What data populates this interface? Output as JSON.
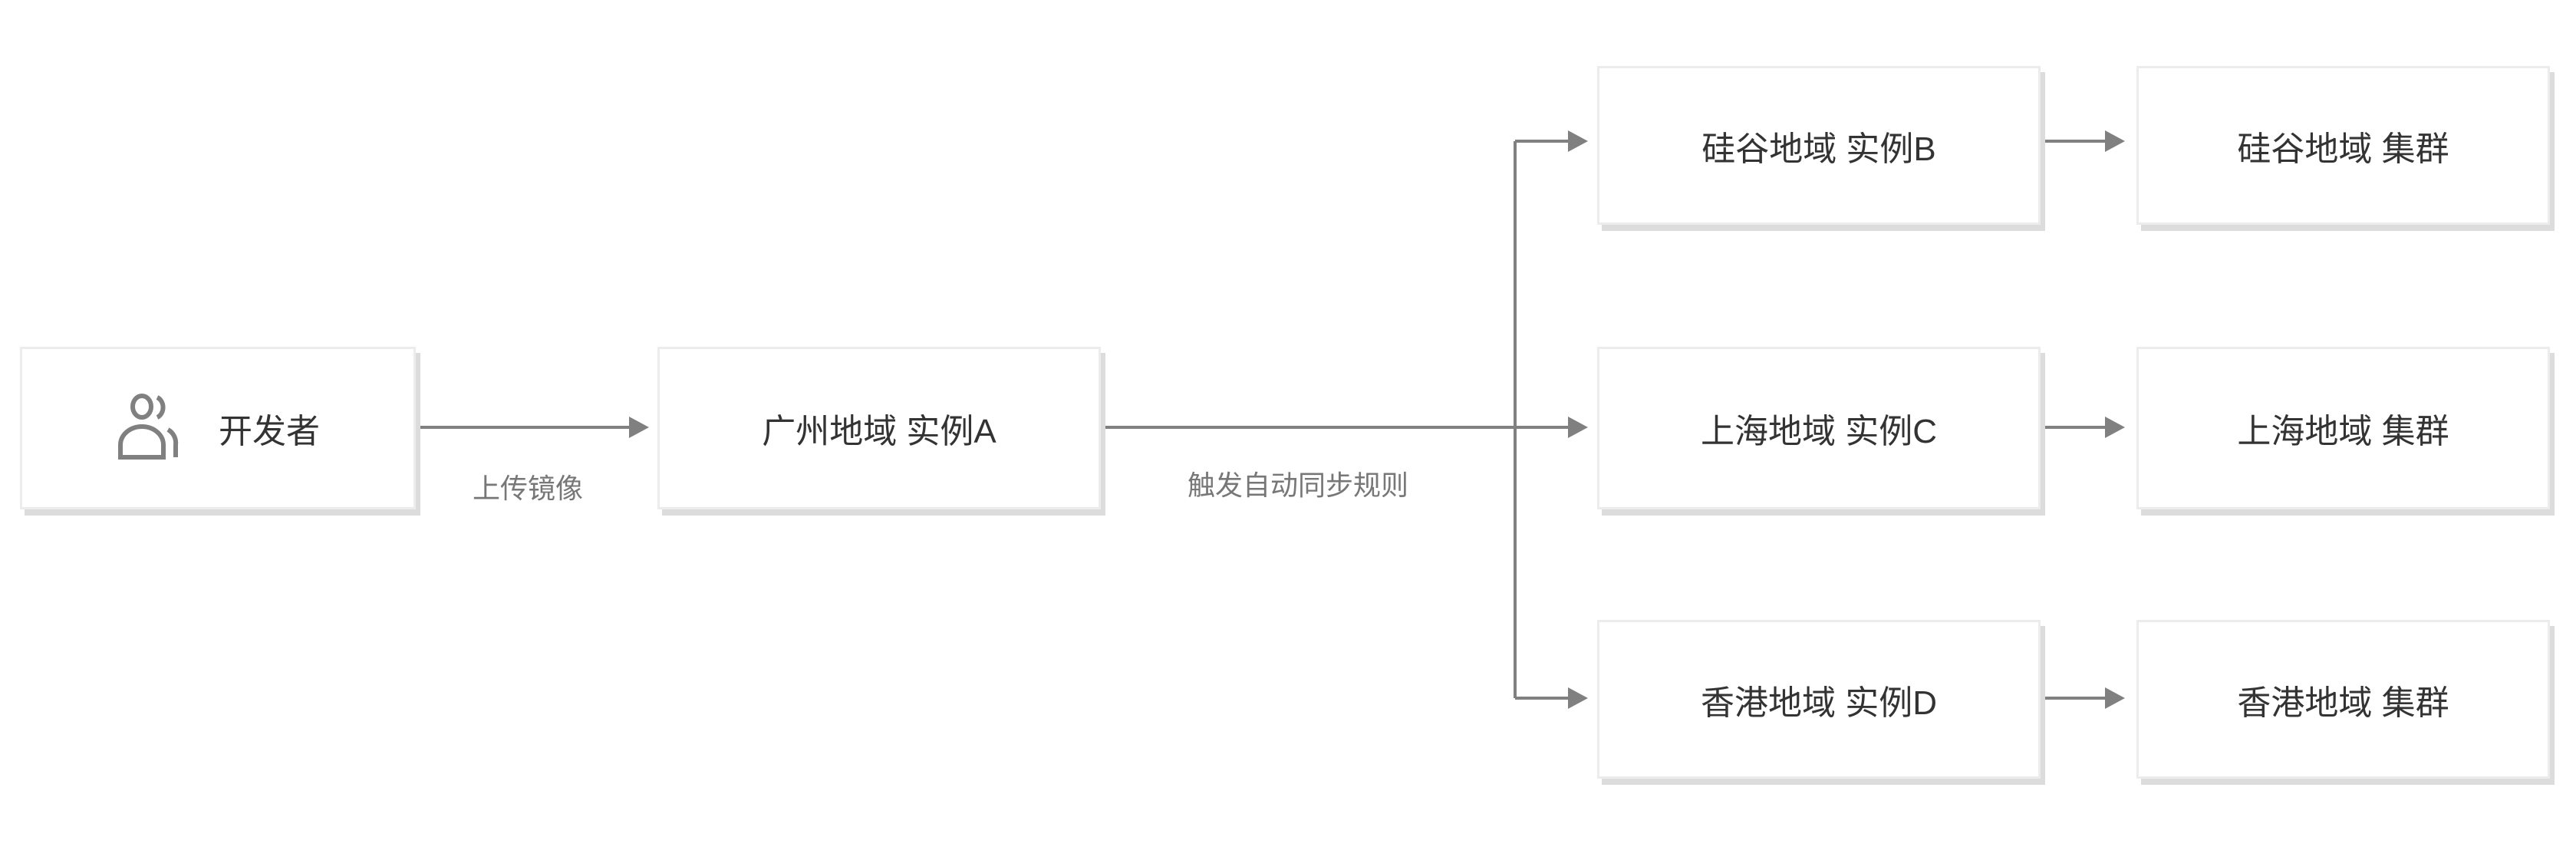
{
  "developer": {
    "label": "开发者",
    "icon": "users-icon"
  },
  "edges": {
    "upload": "上传镜像",
    "sync": "触发自动同步规则"
  },
  "source": {
    "label": "广州地域 实例A"
  },
  "instances": [
    {
      "label": "硅谷地域 实例B",
      "cluster": "硅谷地域 集群"
    },
    {
      "label": "上海地域 实例C",
      "cluster": "上海地域 集群"
    },
    {
      "label": "香港地域 实例D",
      "cluster": "香港地域 集群"
    }
  ],
  "colors": {
    "line": "#808080",
    "text": "#333333"
  }
}
